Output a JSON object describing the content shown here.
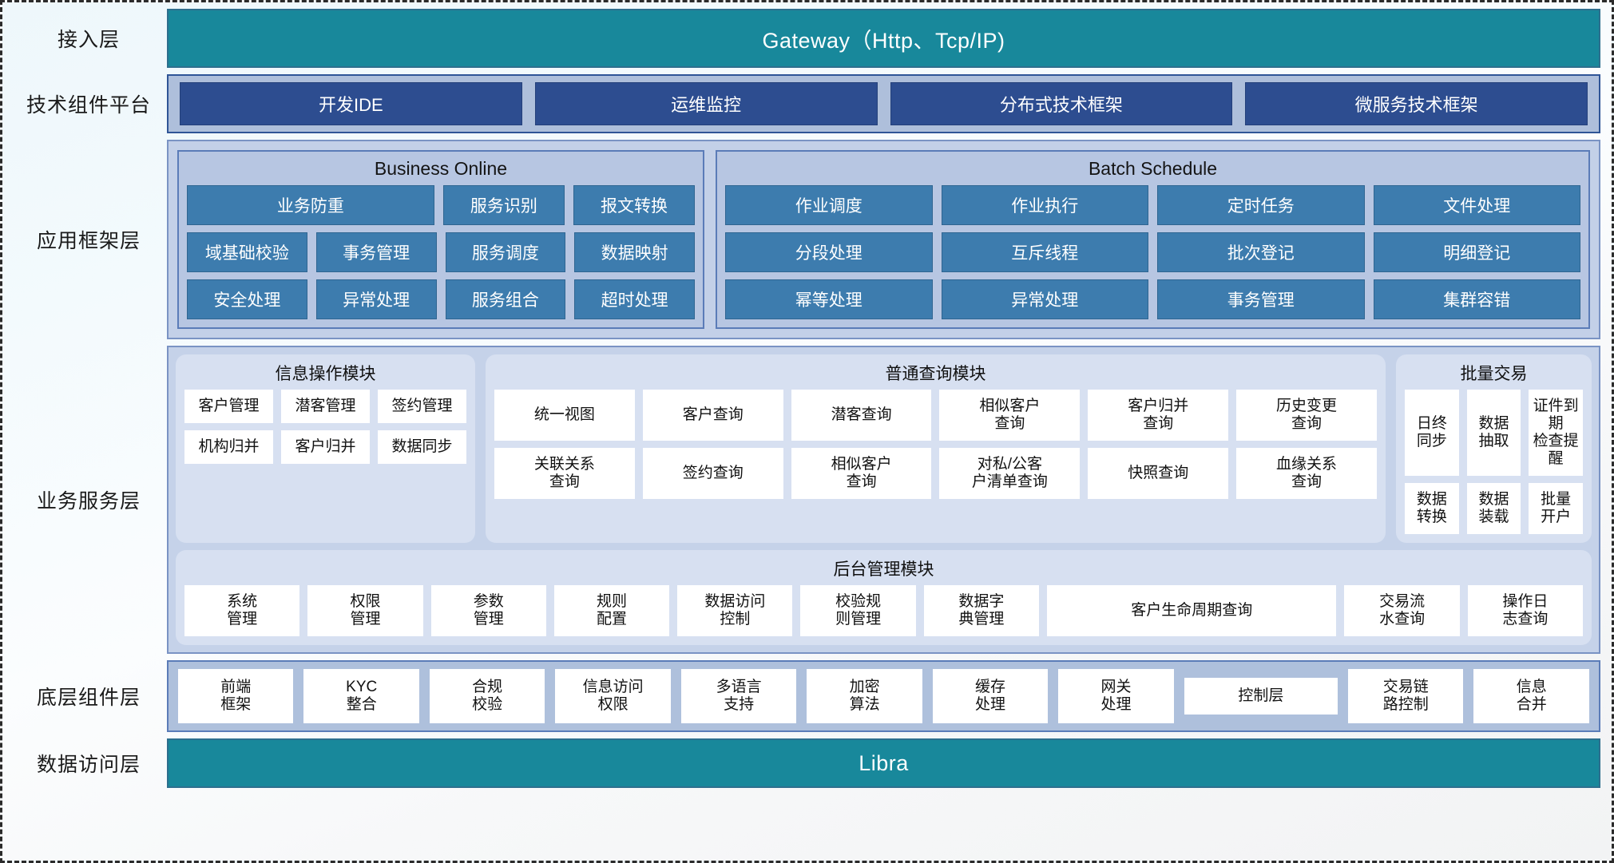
{
  "layers": [
    {
      "label": "接入层",
      "name": "access-layer",
      "bar": "Gateway（Http、Tcp/IP)"
    },
    {
      "label": "技术组件平台",
      "name": "tech-component-platform",
      "chips": [
        "开发IDE",
        "运维监控",
        "分布式技术框架",
        "微服务技术框架"
      ]
    },
    {
      "label": "应用框架层",
      "name": "application-framework-layer",
      "groups": [
        {
          "title": "Business Online",
          "rows": [
            [
              {
                "label": "业务防重",
                "span": 2
              },
              {
                "label": "服务识别",
                "span": 1
              },
              {
                "label": "报文转换",
                "span": 1
              }
            ],
            [
              {
                "label": "域基础校验",
                "span": 1
              },
              {
                "label": "事务管理",
                "span": 1
              },
              {
                "label": "服务调度",
                "span": 1
              },
              {
                "label": "数据映射",
                "span": 1
              }
            ],
            [
              {
                "label": "安全处理",
                "span": 1
              },
              {
                "label": "异常处理",
                "span": 1
              },
              {
                "label": "服务组合",
                "span": 1
              },
              {
                "label": "超时处理",
                "span": 1
              }
            ]
          ]
        },
        {
          "title": "Batch Schedule",
          "rows": [
            [
              {
                "label": "作业调度",
                "span": 1
              },
              {
                "label": "作业执行",
                "span": 1
              },
              {
                "label": "定时任务",
                "span": 1
              },
              {
                "label": "文件处理",
                "span": 1
              }
            ],
            [
              {
                "label": "分段处理",
                "span": 1
              },
              {
                "label": "互斥线程",
                "span": 1
              },
              {
                "label": "批次登记",
                "span": 1
              },
              {
                "label": "明细登记",
                "span": 1
              }
            ],
            [
              {
                "label": "幂等处理",
                "span": 1
              },
              {
                "label": "异常处理",
                "span": 1
              },
              {
                "label": "事务管理",
                "span": 1
              },
              {
                "label": "集群容错",
                "span": 1
              }
            ]
          ]
        }
      ]
    },
    {
      "label": "业务服务层",
      "name": "business-service-layer",
      "modules_top": [
        {
          "title": "信息操作模块",
          "name": "info-operation-module",
          "rows": [
            [
              {
                "label": "客户管理"
              },
              {
                "label": "潜客管理"
              },
              {
                "label": "签约管理"
              }
            ],
            [
              {
                "label": "机构归并"
              },
              {
                "label": "客户归并"
              },
              {
                "label": "数据同步"
              }
            ]
          ]
        },
        {
          "title": "普通查询模块",
          "name": "common-query-module",
          "rows": [
            [
              {
                "label": "统一视图"
              },
              {
                "label": "客户查询"
              },
              {
                "label": "潜客查询"
              },
              {
                "label": "相似客户\n查询"
              },
              {
                "label": "客户归并\n查询"
              },
              {
                "label": "历史变更\n查询"
              }
            ],
            [
              {
                "label": "关联关系\n查询"
              },
              {
                "label": "签约查询"
              },
              {
                "label": "相似客户\n查询"
              },
              {
                "label": "对私/公客\n户清单查询"
              },
              {
                "label": "快照查询"
              },
              {
                "label": "血缘关系\n查询"
              }
            ]
          ]
        },
        {
          "title": "批量交易",
          "name": "batch-transaction-module",
          "rows": [
            [
              {
                "label": "日终\n同步"
              },
              {
                "label": "数据\n抽取"
              },
              {
                "label": "证件到期\n检查提醒"
              }
            ],
            [
              {
                "label": "数据\n转换"
              },
              {
                "label": "数据\n装载"
              },
              {
                "label": "批量\n开户"
              }
            ]
          ]
        }
      ],
      "module_admin": {
        "title": "后台管理模块",
        "name": "backend-admin-module",
        "items": [
          {
            "label": "系统\n管理",
            "wide": false
          },
          {
            "label": "权限\n管理",
            "wide": false
          },
          {
            "label": "参数\n管理",
            "wide": false
          },
          {
            "label": "规则\n配置",
            "wide": false
          },
          {
            "label": "数据访问\n控制",
            "wide": false
          },
          {
            "label": "校验规\n则管理",
            "wide": false
          },
          {
            "label": "数据字\n典管理",
            "wide": false
          },
          {
            "label": "客户生命周期查询",
            "wide": true
          },
          {
            "label": "交易流\n水查询",
            "wide": false
          },
          {
            "label": "操作日\n志查询",
            "wide": false
          }
        ]
      }
    },
    {
      "label": "底层组件层",
      "name": "foundation-component-layer",
      "items": [
        {
          "label": "前端\n框架",
          "wide": false
        },
        {
          "label": "KYC\n整合",
          "wide": false
        },
        {
          "label": "合规\n校验",
          "wide": false
        },
        {
          "label": "信息访问\n权限",
          "wide": false
        },
        {
          "label": "多语言\n支持",
          "wide": false
        },
        {
          "label": "加密\n算法",
          "wide": false
        },
        {
          "label": "缓存\n处理",
          "wide": false
        },
        {
          "label": "网关\n处理",
          "wide": false
        },
        {
          "label": "控制层",
          "wide": true
        },
        {
          "label": "交易链\n路控制",
          "wide": false
        },
        {
          "label": "信息\n合并",
          "wide": false
        }
      ]
    },
    {
      "label": "数据访问层",
      "name": "data-access-layer",
      "bar": "Libra"
    }
  ],
  "colors": {
    "teal": "#18889b",
    "tech_chip": "#2d4d90",
    "framework_cell": "#3d7cae",
    "band": "#aec0dc",
    "module_bg": "#d7e0f1"
  }
}
